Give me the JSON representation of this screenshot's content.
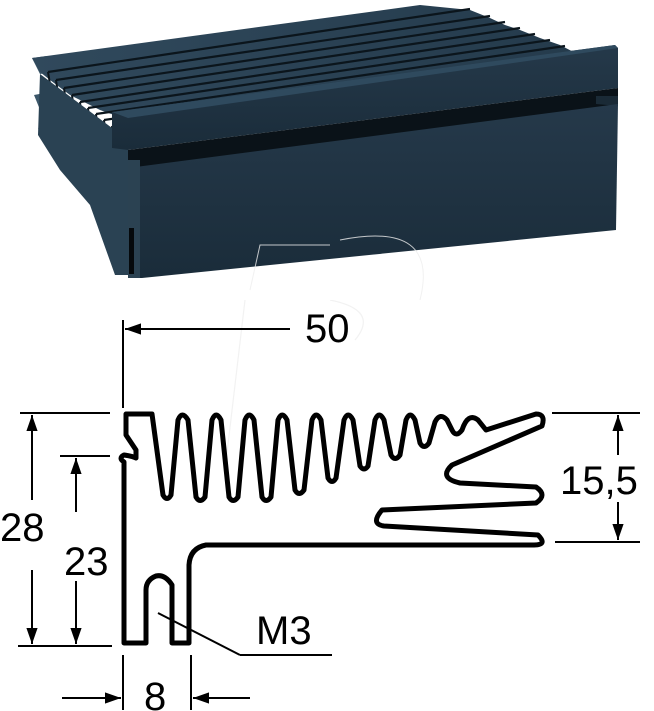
{
  "figure": {
    "subject": "Extruded heatsink profile",
    "photo": {
      "description": "Black anodized finned heatsink, perspective view",
      "colors": {
        "body": "#1f3444",
        "body_dark": "#14232f",
        "body_light": "#2e4a5c",
        "groove": "#0a1218"
      }
    },
    "drawing": {
      "line_color": "#000000",
      "dimensions": {
        "width": "50",
        "height_total": "28",
        "height_base": "23",
        "fin_height": "15,5",
        "mount_width": "8",
        "thread": "M3"
      }
    }
  }
}
